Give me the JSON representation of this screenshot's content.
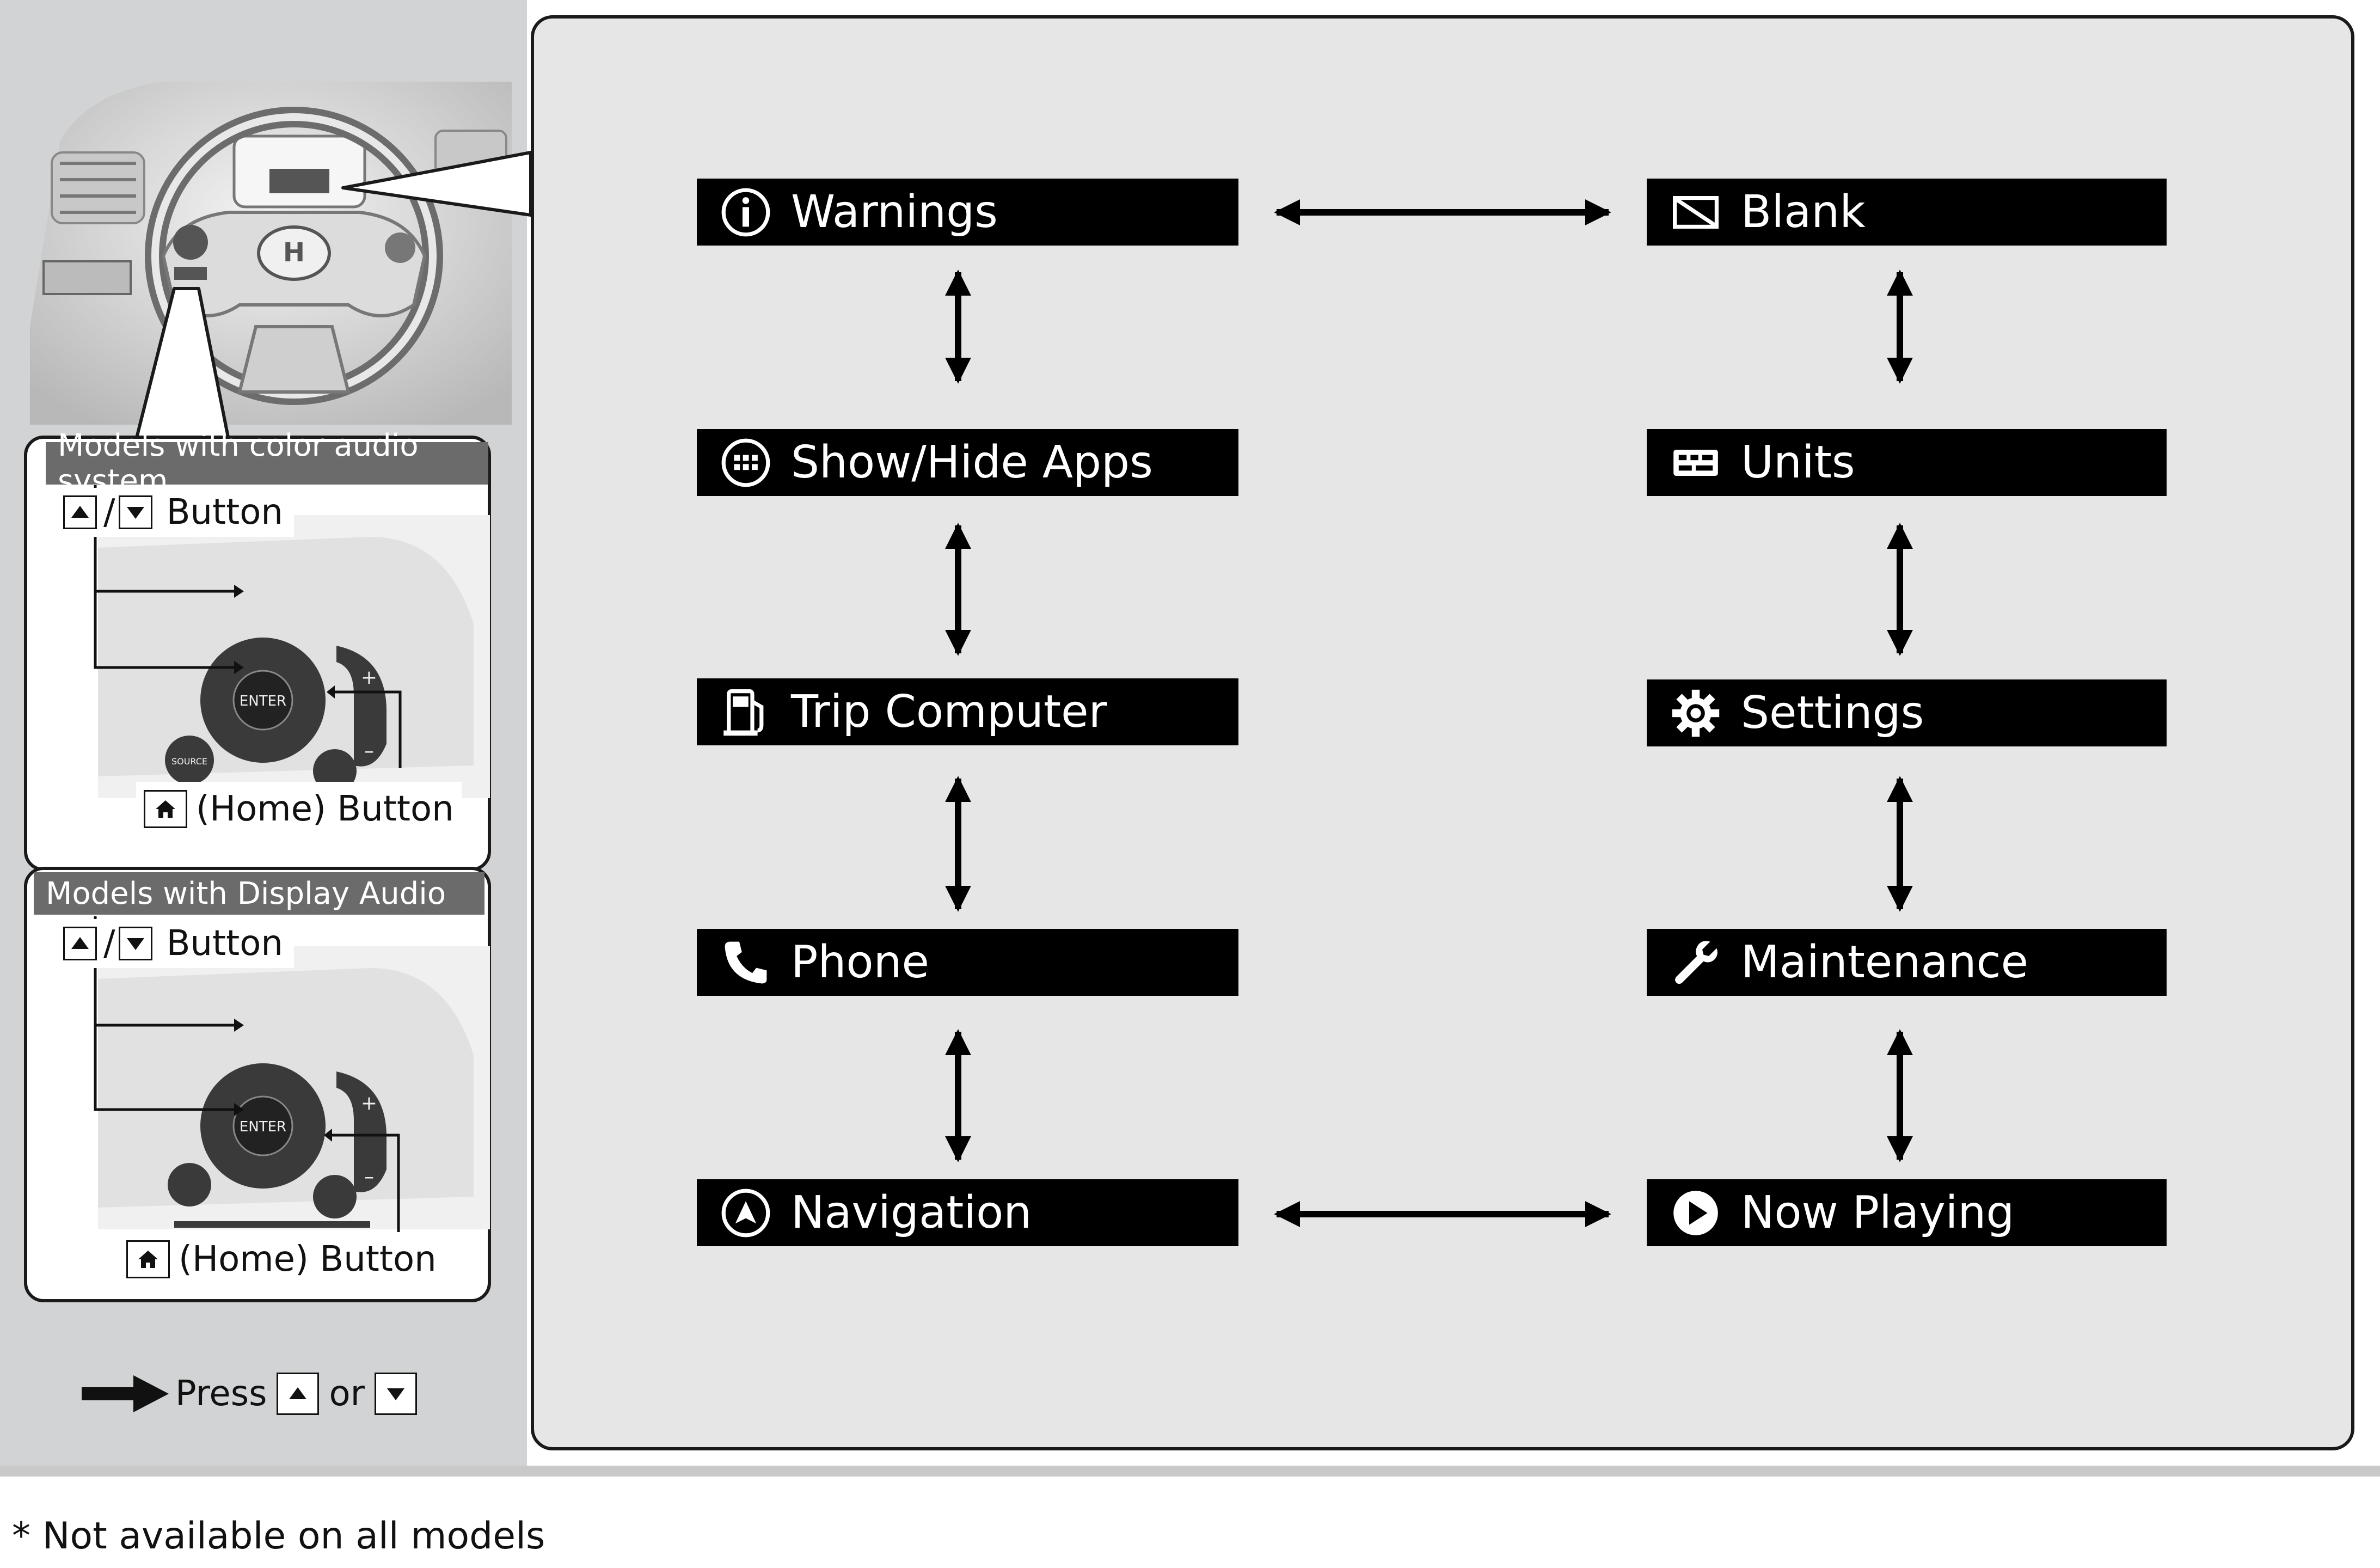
{
  "flow": {
    "left": [
      {
        "label": "Warnings",
        "icon": "info-icon"
      },
      {
        "label": "Show/Hide Apps",
        "icon": "apps-grid-icon"
      },
      {
        "label": "Trip Computer",
        "icon": "fuel-pump-icon"
      },
      {
        "label": "Phone",
        "icon": "phone-icon"
      },
      {
        "label": "Navigation",
        "icon": "navigation-icon"
      }
    ],
    "right": [
      {
        "label": "Blank",
        "icon": "blank-screen-icon"
      },
      {
        "label": "Units",
        "icon": "units-icon"
      },
      {
        "label": "Settings",
        "icon": "gear-icon"
      },
      {
        "label": "Maintenance",
        "icon": "wrench-icon"
      },
      {
        "label": "Now Playing",
        "icon": "play-icon"
      }
    ]
  },
  "boxes": {
    "color_audio": {
      "title": "Models with color audio system",
      "button_label": "Button",
      "home_label": "(Home) Button"
    },
    "display_audio": {
      "title": "Models with Display Audio",
      "button_label": "Button",
      "home_label": "(Home) Button"
    }
  },
  "controls": {
    "enter": "ENTER",
    "source": "SOURCE",
    "plus": "+",
    "minus": "–"
  },
  "legend": {
    "press": "Press",
    "or": "or"
  },
  "footnote": "* Not available on all models",
  "colors": {
    "panel_bg": "#e6e6e6",
    "side_bg": "#d2d3d4",
    "item_bg": "#000000",
    "item_text": "#ffffff"
  }
}
